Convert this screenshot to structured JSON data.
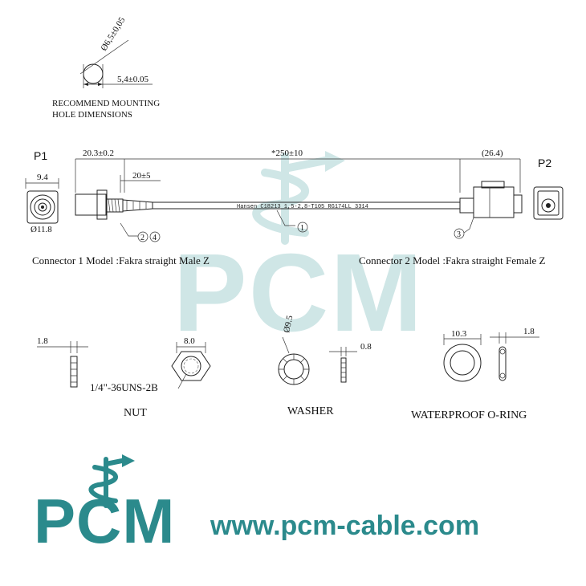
{
  "mounting": {
    "diameter": "Ø6,5±0,05",
    "width": "5,4±0.05",
    "caption_line1": "RECOMMEND MOUNTING",
    "caption_line2": "HOLE DIMENSIONS"
  },
  "cable": {
    "p1_label": "P1",
    "p2_label": "P2",
    "dim_p1_length": "20.3±0.2",
    "dim_total_length": "*250±10",
    "dim_p2_length": "(26.4)",
    "dim_p1_width": "9.4",
    "dim_thread": "20±5",
    "dim_p1_diameter": "Ø11.8",
    "cable_print": "Hansen C18213 1,5-2,8-T105 RG174LL 3314",
    "callout_1": "1",
    "callout_2": "2",
    "callout_3": "3",
    "callout_4": "4",
    "connector1_model": "Connector 1 Model :Fakra straight Male Z",
    "connector2_model": "Connector 2 Model :Fakra straight Female Z"
  },
  "parts": {
    "nut_thickness": "1.8",
    "nut_width": "8.0",
    "nut_thread": "1/4\"-36UNS-2B",
    "nut_label": "NUT",
    "washer_diameter": "Ø9.5",
    "washer_thickness": "0.8",
    "washer_label": "WASHER",
    "oring_diameter": "10.3",
    "oring_thickness": "1.8",
    "oring_label": "WATERPROOF O-RING"
  },
  "branding": {
    "logo_text": "PCM",
    "website": "www.pcm-cable.com",
    "brand_color": "#2b8a8c",
    "watermark_color": "#cfe6e6"
  }
}
